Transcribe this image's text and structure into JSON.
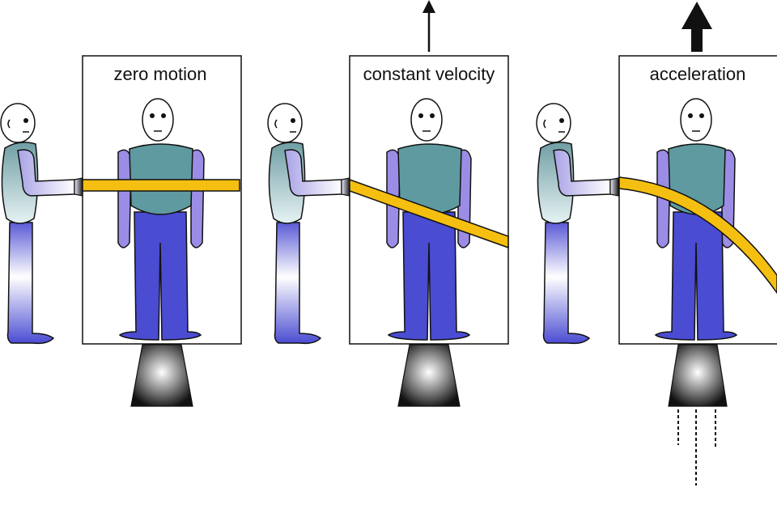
{
  "panels": [
    {
      "label": "zero motion",
      "motion": "zero"
    },
    {
      "label": "constant velocity",
      "motion": "constant"
    },
    {
      "label": "acceleration",
      "motion": "accelerating"
    }
  ],
  "colors": {
    "outline": "#111111",
    "torso": "#5f9aa0",
    "arms": "#9b8de6",
    "legs": "#4a4cd2",
    "beam": "#f4bf10",
    "head": "#ffffff"
  }
}
